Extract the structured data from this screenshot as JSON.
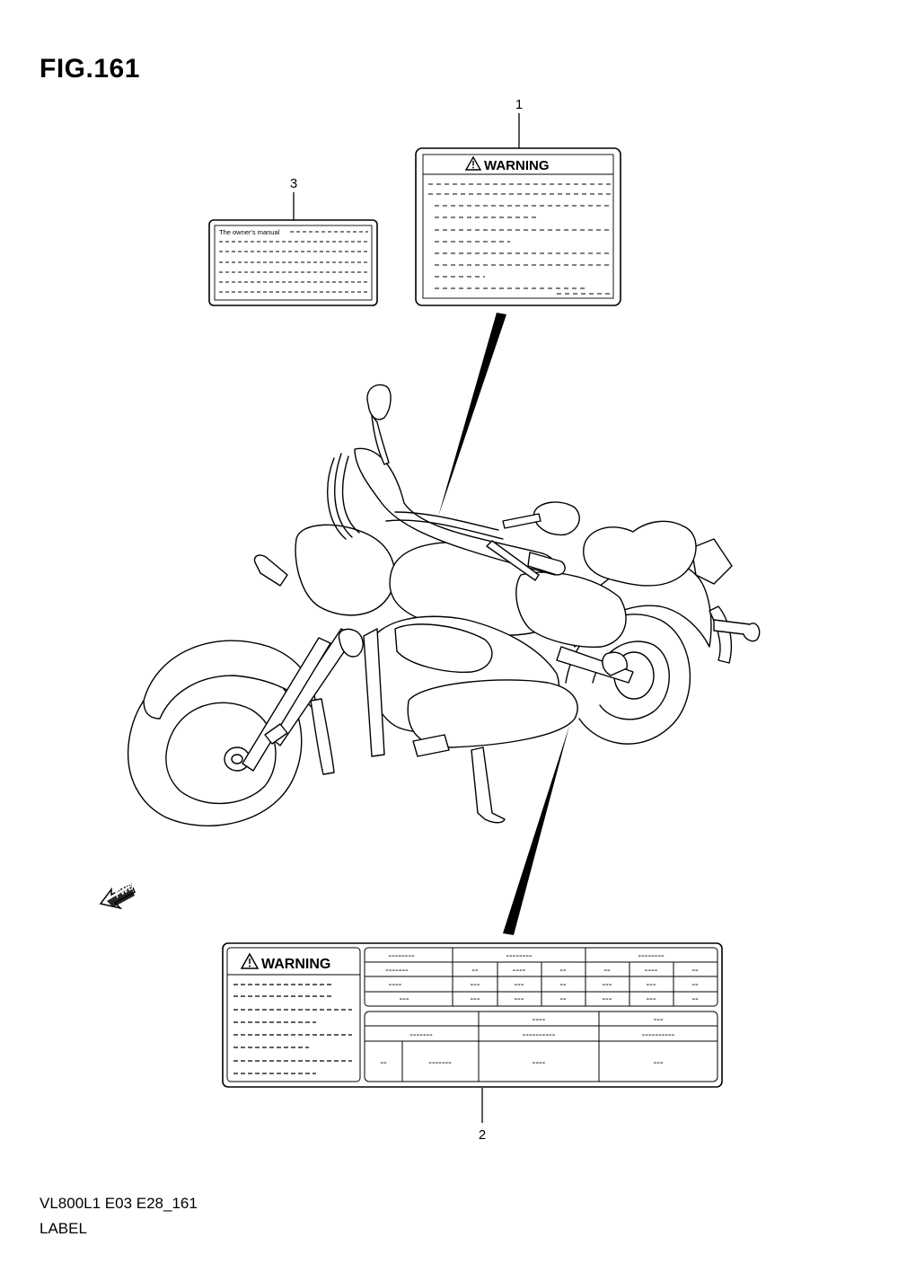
{
  "figure": {
    "title": "FIG.161"
  },
  "callouts": {
    "label_1": "1",
    "label_2": "2",
    "label_3": "3"
  },
  "labels": {
    "warning_label_small": {
      "heading": "WARNING"
    },
    "manual_label": {
      "heading": "The owner's manual"
    },
    "warning_label_large": {
      "heading": "WARNING",
      "table": {
        "top_headers": [
          "--------",
          "--------",
          "--------"
        ],
        "sub_row": [
          "-------",
          "--",
          "----",
          "--",
          "--",
          "----",
          "--"
        ],
        "row_a": [
          "----",
          "---",
          "---",
          "--",
          "---",
          "---",
          "--"
        ],
        "row_b": [
          "---",
          "---",
          "---",
          "--",
          "---",
          "---",
          "--"
        ],
        "bottom_headers": [
          "----",
          "---"
        ],
        "bottom_sub": [
          "-------",
          "----------",
          "----------"
        ],
        "bottom_values": [
          "--",
          "-------",
          "----",
          "---"
        ]
      }
    }
  },
  "direction_badge": {
    "text": "FWD"
  },
  "footer": {
    "code": "VL800L1 E03 E28_161",
    "name": "LABEL"
  }
}
